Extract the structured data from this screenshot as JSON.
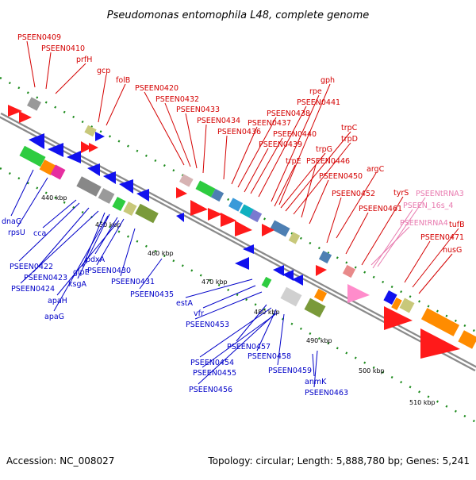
{
  "title": "Pseudomonas entomophila L48, complete genome",
  "footer": {
    "accession": "Accession: NC_008027",
    "summary": "Topology: circular; Length: 5,888,780 bp; Genes: 5,241"
  },
  "colors": {
    "plus_label": "#d40000",
    "minus_label": "#0000c8",
    "rna_label": "#e87aaf",
    "plus_gene": "#ff1a1a",
    "minus_gene": "#1111ee",
    "tick": "#1b8a1b",
    "backbone": "#8a8a8a"
  },
  "scale_ticks": [
    {
      "label": "440 kbp"
    },
    {
      "label": "450 kbp"
    },
    {
      "label": "460 kbp"
    },
    {
      "label": "470 kbp"
    },
    {
      "label": "480 kbp"
    },
    {
      "label": "490 kbp"
    },
    {
      "label": "500 kbp"
    },
    {
      "label": "510 kbp"
    }
  ],
  "top_labels": [
    {
      "text": "PSEEN0409",
      "type": "plus"
    },
    {
      "text": "PSEEN0410",
      "type": "plus"
    },
    {
      "text": "prfH",
      "type": "plus"
    },
    {
      "text": "gcp",
      "type": "plus"
    },
    {
      "text": "folB",
      "type": "plus"
    },
    {
      "text": "PSEEN0420",
      "type": "plus"
    },
    {
      "text": "PSEEN0432",
      "type": "plus"
    },
    {
      "text": "PSEEN0433",
      "type": "plus"
    },
    {
      "text": "PSEEN0434",
      "type": "plus"
    },
    {
      "text": "PSEEN0436",
      "type": "plus"
    },
    {
      "text": "PSEEN0437",
      "type": "plus"
    },
    {
      "text": "PSEEN0438",
      "type": "plus"
    },
    {
      "text": "PSEEN0439",
      "type": "plus"
    },
    {
      "text": "PSEEN0440",
      "type": "plus"
    },
    {
      "text": "PSEEN0441",
      "type": "plus"
    },
    {
      "text": "gph",
      "type": "plus"
    },
    {
      "text": "rpe",
      "type": "plus"
    },
    {
      "text": "trpC",
      "type": "plus"
    },
    {
      "text": "trpD",
      "type": "plus"
    },
    {
      "text": "trpG",
      "type": "plus"
    },
    {
      "text": "trpE",
      "type": "plus"
    },
    {
      "text": "PSEEN0446",
      "type": "plus"
    },
    {
      "text": "argC",
      "type": "plus"
    },
    {
      "text": "PSEEN0450",
      "type": "plus"
    },
    {
      "text": "PSEEN0452",
      "type": "plus"
    },
    {
      "text": "PSEEN0461",
      "type": "plus"
    },
    {
      "text": "tyrS",
      "type": "plus"
    },
    {
      "text": "PSEENtRNA3",
      "type": "rna"
    },
    {
      "text": "PSEEN_16s_4",
      "type": "rna"
    },
    {
      "text": "PSEENtRNA4",
      "type": "rna"
    },
    {
      "text": "tufB",
      "type": "plus"
    },
    {
      "text": "PSEEN0471",
      "type": "plus"
    },
    {
      "text": "nusG",
      "type": "plus"
    }
  ],
  "bottom_labels": [
    {
      "text": "dnaG"
    },
    {
      "text": "rpsU"
    },
    {
      "text": "cca"
    },
    {
      "text": "PSEEN0422"
    },
    {
      "text": "PSEEN0423"
    },
    {
      "text": "PSEEN0424"
    },
    {
      "text": "glpE"
    },
    {
      "text": "ksgA"
    },
    {
      "text": "pdxA"
    },
    {
      "text": "PSEEN0430"
    },
    {
      "text": "apaH"
    },
    {
      "text": "apaG"
    },
    {
      "text": "PSEEN0431"
    },
    {
      "text": "PSEEN0435"
    },
    {
      "text": "estA"
    },
    {
      "text": "vfr"
    },
    {
      "text": "PSEEN0453"
    },
    {
      "text": "PSEEN0457"
    },
    {
      "text": "PSEEN0454"
    },
    {
      "text": "PSEEN0458"
    },
    {
      "text": "PSEEN0455"
    },
    {
      "text": "PSEEN0459"
    },
    {
      "text": "PSEEN0456"
    },
    {
      "text": "anmK"
    },
    {
      "text": "PSEEN0463"
    }
  ]
}
